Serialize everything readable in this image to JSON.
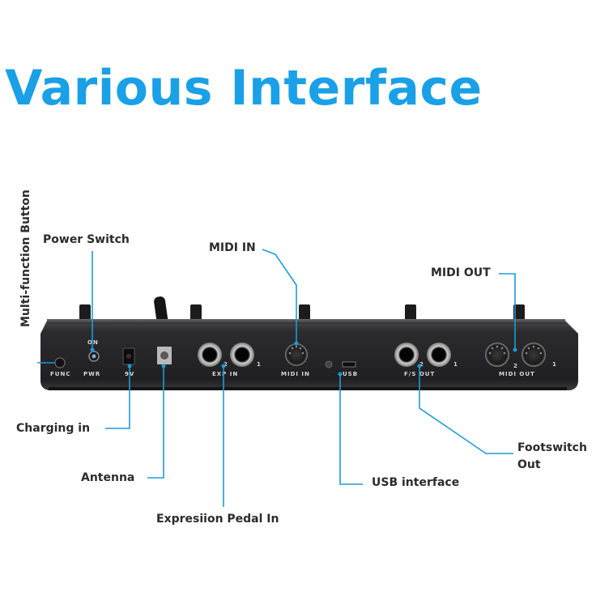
{
  "title": "Various Interface",
  "callouts": {
    "power_switch": "Power Switch",
    "midi_in": "MIDI IN",
    "midi_out": "MIDI OUT",
    "multi_function": "Multi-function Button",
    "charging_in": "Charging in",
    "antenna": "Antenna",
    "expression_pedal": "Expresiion Pedal In",
    "usb_interface": "USB interface",
    "footswitch_out_1": "Footswitch",
    "footswitch_out_2": "Out"
  },
  "panel_labels": {
    "on": "ON",
    "func": "FUNC",
    "pwr": "PWR",
    "nine_v": "9V",
    "exp_in": "EXP IN",
    "midi_in": "MIDI IN",
    "usb": "USB",
    "fs_out": "F/S OUT",
    "midi_out": "MIDI OUT",
    "num_1": "1",
    "num_2": "2"
  },
  "colors": {
    "accent": "#1aa0e6",
    "leader": "#1e9ad6",
    "device_body": "#2a2a2c",
    "label_text": "#2b2b2b"
  }
}
